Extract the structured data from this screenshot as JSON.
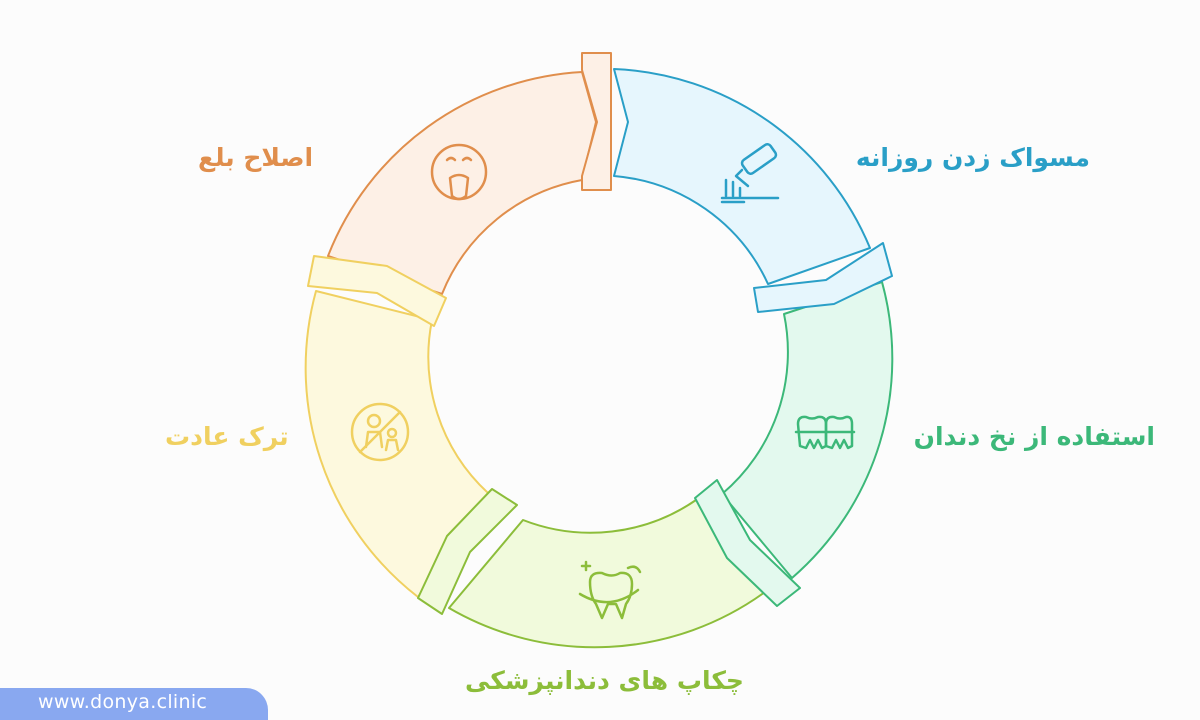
{
  "diagram": {
    "steps": [
      {
        "label": "مسواک زدن روزانه",
        "icon": "toothbrush-icon",
        "color": "#2a9fc7",
        "fill": "#e6f6fd"
      },
      {
        "label": "استفاده از نخ دندان",
        "icon": "braces-teeth-icon",
        "color": "#3cb879",
        "fill": "#e3f9ee"
      },
      {
        "label": "چکاپ های دندانپزشکی",
        "icon": "healthy-tooth-icon",
        "color": "#8cbd3a",
        "fill": "#f1fadc"
      },
      {
        "label": "ترک عادت",
        "icon": "no-thumb-sucking-icon",
        "color": "#f0d060",
        "fill": "#fdf9de"
      },
      {
        "label": "اصلاح بلع",
        "icon": "swallowing-face-icon",
        "color": "#e08e4c",
        "fill": "#fdf0e6"
      }
    ]
  },
  "footer": {
    "url": "www.donya.clinic"
  }
}
